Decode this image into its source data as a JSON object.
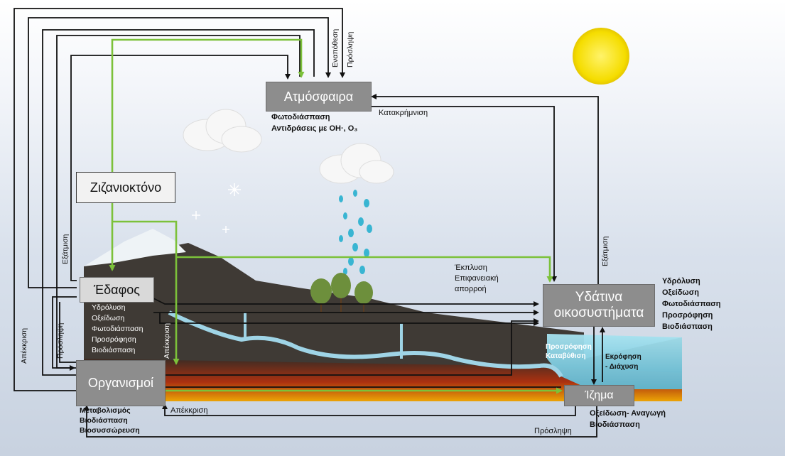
{
  "boxes": {
    "atmosphere": "Ατμόσφαιρα",
    "herbicide": "Ζιζανιοκτόνο",
    "soil": "Έδαφος",
    "organisms": "Οργανισμοί",
    "aquatic": [
      "Υδάτινα",
      "οικοσυστήματα"
    ],
    "sediment": "Ίζημα"
  },
  "atmosphere_processes": [
    "Φωτοδιάσπαση",
    "Αντιδράσεις με OH·, O₃"
  ],
  "soil_processes": [
    "Υδρόλυση",
    "Οξείδωση",
    "Φωτοδιάσπαση",
    "Προσρόφηση",
    "Βιοδιάσπαση"
  ],
  "aquatic_processes": [
    "Υδρόλυση",
    "Οξείδωση",
    "Φωτοδιάσπαση",
    "Προσρόφηση",
    "Βιοδιάσπαση"
  ],
  "organism_processes": [
    "Μεταβολισμός",
    "Βιοδιάσπαση",
    "Βιοσυσσώρευση"
  ],
  "sediment_processes": [
    "Οξείδωση- Αναγωγή",
    "Βιοδιάσπαση"
  ],
  "labels": {
    "deposition": "Εναπόθεση",
    "uptake_top": "Πρόσληψη",
    "precipitation": "Κατακρήμνιση",
    "evaporation_left": "Εξάτμιση",
    "evaporation_right": "Εξάτμιση",
    "runoff": [
      "Έκπλυση",
      "Επιφανειακή",
      "απορροή"
    ],
    "excretion_left": "Απέκκριση",
    "uptake_left": "Πρόσληψη",
    "excretion_mid": "Απέκκριση",
    "excretion_bottom": "Απέκκριση",
    "uptake_bottom": "Πρόσληψη",
    "sorption": [
      "Προσρόφηση",
      "Καταβύθιση"
    ],
    "desorption": [
      "Εκρόφηση",
      "- Διάχυση"
    ]
  },
  "colors": {
    "black_arrow": "#111111",
    "green_arrow": "#7cc13a",
    "sun": "#f5dd00",
    "box_fill": "#8d8d8d"
  }
}
